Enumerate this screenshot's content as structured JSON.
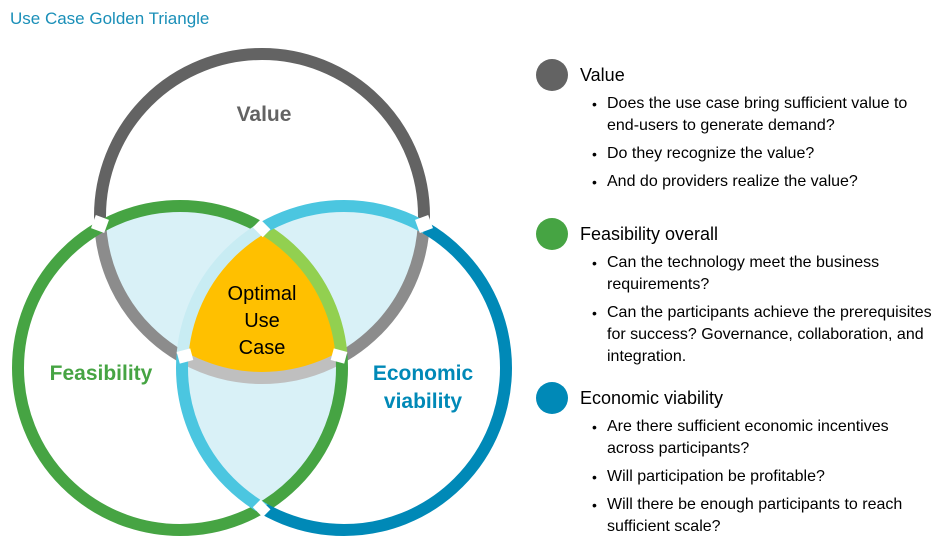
{
  "title": "Use Case Golden Triangle",
  "colors": {
    "title": "#1a8fb8",
    "value_dark": "#636363",
    "value_mid": "#8c8c8c",
    "value_light": "#bfbfbf",
    "feasibility_dark": "#46a443",
    "feasibility_light": "#92d050",
    "economic_dark": "#0089b7",
    "economic_light": "#4bc6e0",
    "overlap_fill": "#d9f1f7",
    "center_fill": "#ffc000",
    "label_value": "#636363",
    "label_feasibility": "#46a443",
    "label_economic": "#0089b7"
  },
  "diagram": {
    "circles": [
      {
        "id": "value",
        "label": "Value"
      },
      {
        "id": "feasibility",
        "label": "Feasibility"
      },
      {
        "id": "economic",
        "label_lines": [
          "Economic",
          "viability"
        ]
      }
    ],
    "center_lines": [
      "Optimal",
      "Use",
      "Case"
    ]
  },
  "legend": [
    {
      "title": "Value",
      "color": "#636363",
      "items": [
        "Does the use case bring sufficient value to end-users to generate demand?",
        "Do they recognize the value?",
        "And do providers realize the value?"
      ]
    },
    {
      "title": "Feasibility overall",
      "color": "#46a443",
      "items": [
        "Can the technology meet the business requirements?",
        "Can the participants achieve the prerequisites for success?  Governance, collaboration, and integration."
      ]
    },
    {
      "title": "Economic viability",
      "color": "#0089b7",
      "items": [
        "Are there sufficient economic incentives across participants?",
        "Will participation be profitable?",
        "Will there be enough participants to reach sufficient scale?"
      ]
    }
  ]
}
